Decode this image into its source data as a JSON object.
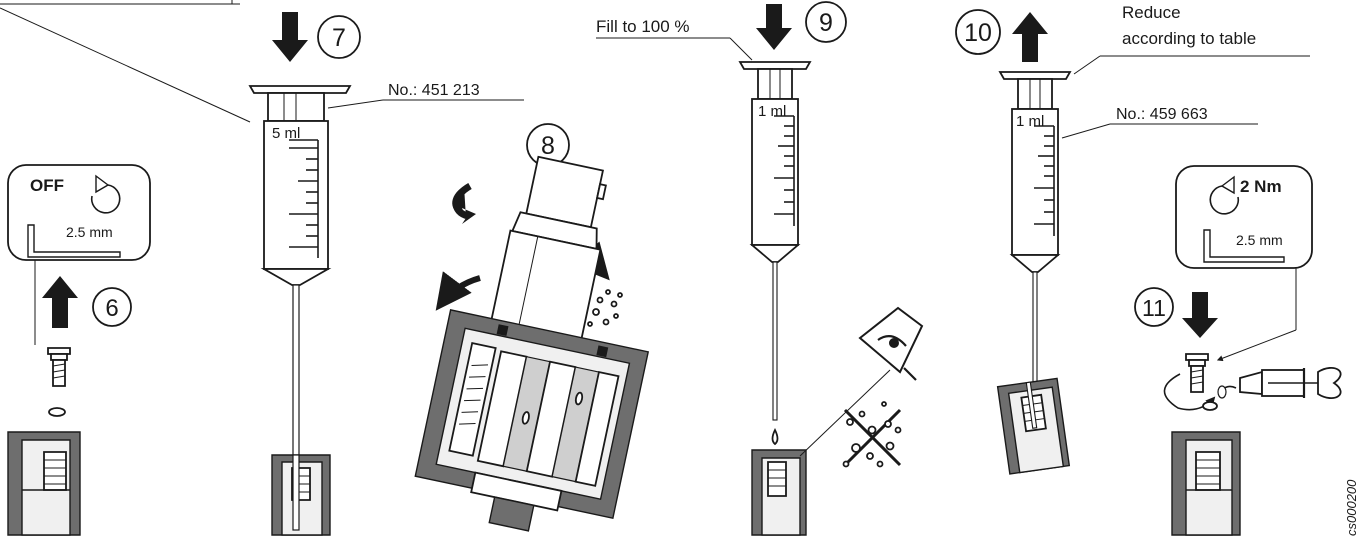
{
  "steps": {
    "s6": "6",
    "s7": "7",
    "s8": "8",
    "s9": "9",
    "s10": "10",
    "s11": "11"
  },
  "labels": {
    "off": "OFF",
    "hex_left": "2.5 mm",
    "syringe_a_scale": "5 ml",
    "syringe_a_part": "No.: 451 213",
    "fill": "Fill to 100 %",
    "syringe_b_scale": "1 ml",
    "reduce_line1": "Reduce",
    "reduce_line2": "according to table",
    "syringe_c_scale": "1 ml",
    "syringe_c_part": "No.: 459 663",
    "torque": "2 Nm",
    "hex_right": "2.5 mm",
    "drawing_id": "cs000200"
  },
  "colors": {
    "ink": "#1a1a1a",
    "housing_dark": "#6e6e6e",
    "housing_light": "#cfcfcf"
  }
}
